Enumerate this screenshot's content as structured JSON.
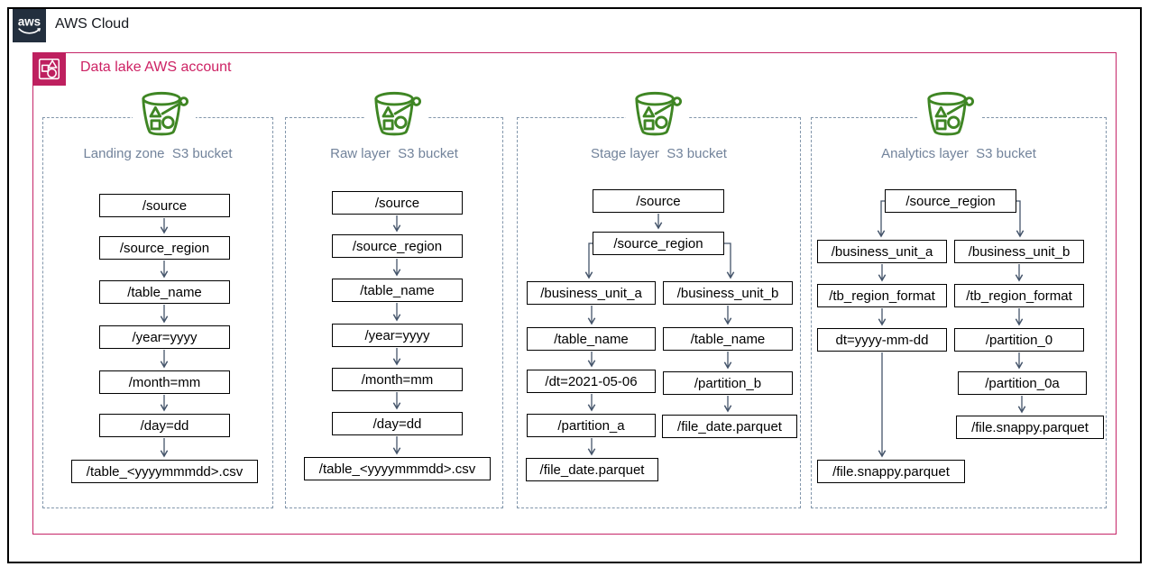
{
  "header": {
    "title": "AWS Cloud",
    "logo_text": "aws"
  },
  "account": {
    "label": "Data lake AWS account"
  },
  "icons": {
    "header_icon": "aws-cloud-icon",
    "account_icon": "aws-account-icon",
    "column_icon": "s3-bucket-icon"
  },
  "colors": {
    "bucket_green": "#3F8624",
    "account_pink": "#BE205F",
    "account_border": "#C52568",
    "account_text": "#CD2264",
    "arrow": "#44546A",
    "column_dashed_border": "#8296AB",
    "column_title_text": "#72839B",
    "cloud_icon_bg": "#232F3E"
  },
  "columns": [
    {
      "title": "Landing zone  S3 bucket",
      "nodes": [
        "/source",
        "/source_region",
        "/table_name",
        "/year=yyyy",
        "/month=mm",
        "/day=dd",
        "/table_<yyyymmmdd>.csv"
      ]
    },
    {
      "title": "Raw layer  S3 bucket",
      "nodes": [
        "/source",
        "/source_region",
        "/table_name",
        "/year=yyyy",
        "/month=mm",
        "/day=dd",
        "/table_<yyyymmmdd>.csv"
      ]
    },
    {
      "title": "Stage layer  S3 bucket",
      "nodes": [
        "/source",
        "/source_region",
        "/business_unit_a",
        "/business_unit_b",
        "/table_name",
        "/table_name",
        "/dt=2021-05-06",
        "/partition_b",
        "/partition_a",
        "/file_date.parquet",
        "/file_date.parquet"
      ]
    },
    {
      "title": "Analytics layer  S3 bucket",
      "nodes": [
        "/source_region",
        "/business_unit_a",
        "/business_unit_b",
        "/tb_region_format",
        "/tb_region_format",
        "dt=yyyy-mm-dd",
        "/partition_0",
        "/partition_0a",
        "/file.snappy.parquet",
        "/file.snappy.parquet"
      ]
    }
  ]
}
